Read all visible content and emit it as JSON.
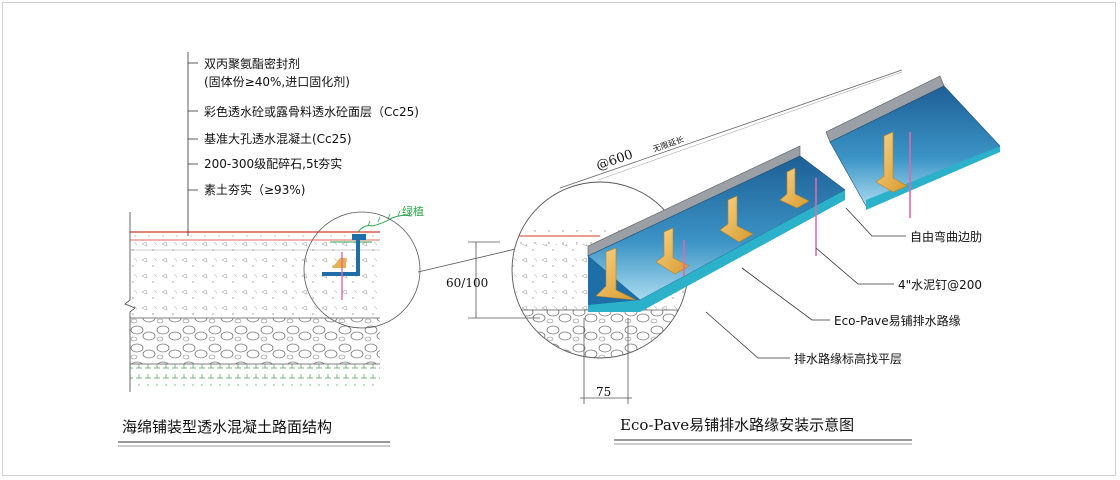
{
  "left_title": "海绵铺装型透水混凝土路面结构",
  "right_title": "Eco-Pave易铺排水路缘安装示意图",
  "layers": [
    "双丙聚氨酯密封剂",
    "(固体份≥40%,进口固化剂)",
    "彩色透水砼或露骨料透水砼面层（Cc25)",
    "基准大孔透水混凝土(Cc25)",
    "200-300级配碎石,5t夯实",
    "素土夯实（≥93%)"
  ],
  "green_label": "绿植",
  "callouts": {
    "free_bend": "自由弯曲边肋",
    "nail": "4\"水泥钉@200",
    "eco_pave": "Eco-Pave易铺排水路缘",
    "leveling": "排水路缘标高找平层"
  },
  "dims": {
    "length": "@600",
    "length_note": "无限延长",
    "height": "60/100",
    "width": "75"
  },
  "colors": {
    "blue_top": "#1e6ea8",
    "blue_mid": "#5fb3d8",
    "amber": "#e8b04a",
    "red_line": "#d23b2b",
    "green": "#2aa84a"
  }
}
